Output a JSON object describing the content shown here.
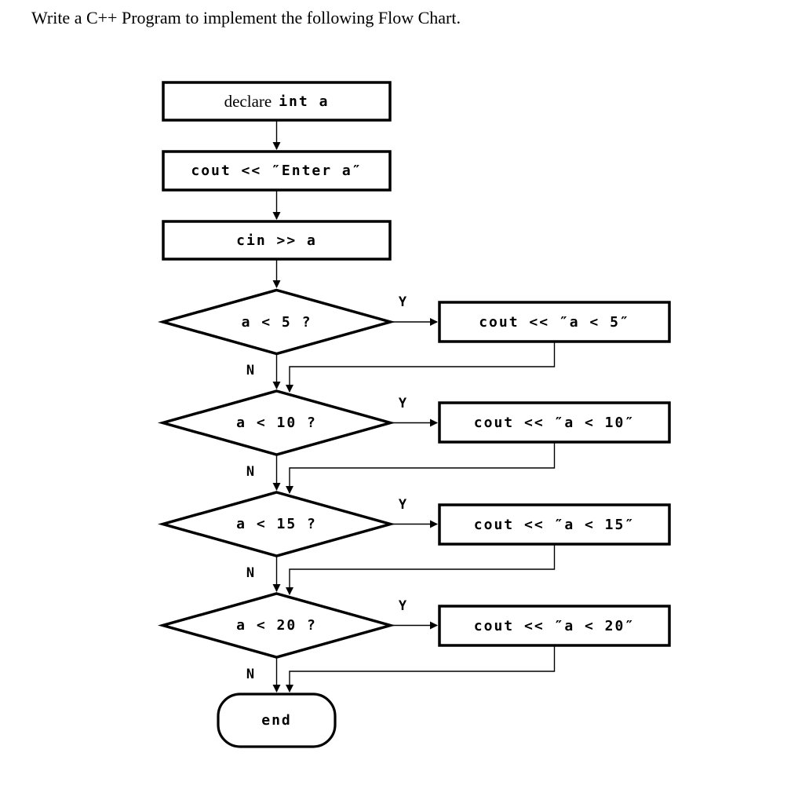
{
  "title": "Write a C++ Program to implement the following Flow Chart.",
  "colors": {
    "ink": "#000000",
    "paper": "#ffffff"
  },
  "flowchart": {
    "process": [
      {
        "id": "declare",
        "prefix": "declare",
        "code": "int a"
      },
      {
        "id": "prompt",
        "code": "cout << ″Enter a″"
      },
      {
        "id": "read",
        "code": "cin >> a"
      }
    ],
    "decisions": [
      {
        "condition": "a < 5 ?",
        "yes_label": "Y",
        "no_label": "N",
        "action": "cout << ″a < 5″"
      },
      {
        "condition": "a < 10 ?",
        "yes_label": "Y",
        "no_label": "N",
        "action": "cout << ″a < 10″"
      },
      {
        "condition": "a < 15 ?",
        "yes_label": "Y",
        "no_label": "N",
        "action": "cout << ″a < 15″"
      },
      {
        "condition": "a < 20 ?",
        "yes_label": "Y",
        "no_label": "N",
        "action": "cout << ″a < 20″"
      }
    ],
    "terminator": {
      "label": "end"
    }
  }
}
